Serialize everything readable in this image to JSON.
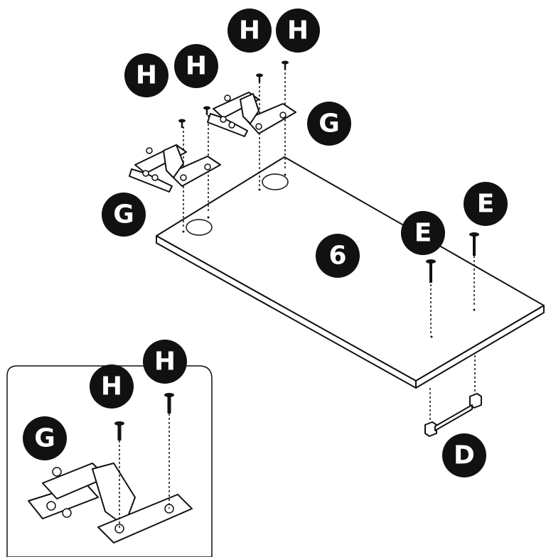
{
  "diagram": {
    "panel_label": "6",
    "callouts": {
      "g_left": "G",
      "g_right": "G",
      "g_inset": "G",
      "h1": "H",
      "h2": "H",
      "h3": "H",
      "h4": "H",
      "h_inset_1": "H",
      "h_inset_2": "H",
      "e1": "E",
      "e2": "E",
      "d": "D"
    }
  }
}
